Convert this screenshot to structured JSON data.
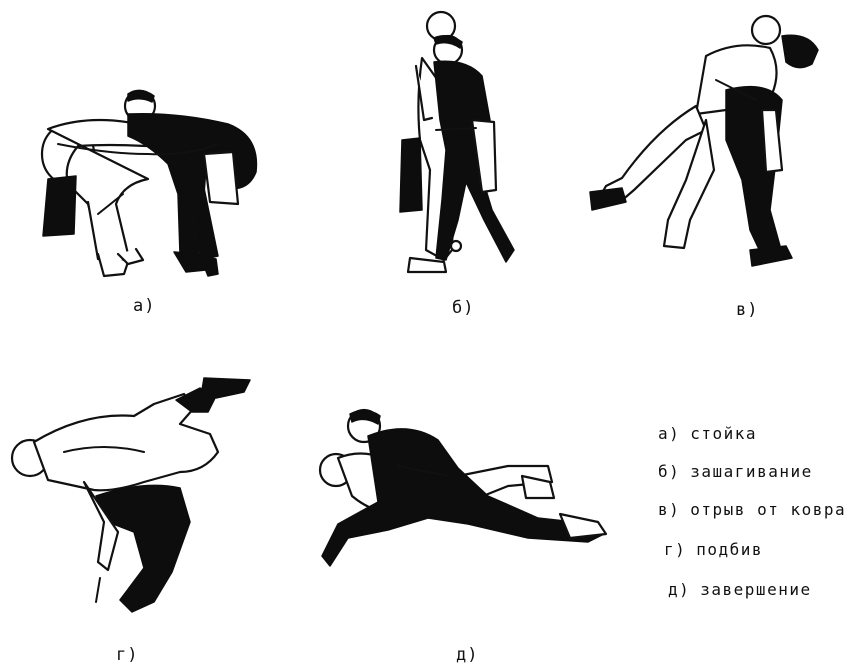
{
  "figures": [
    {
      "id": "a",
      "caption": "а)"
    },
    {
      "id": "b",
      "caption": "б)"
    },
    {
      "id": "v",
      "caption": "в)"
    },
    {
      "id": "g",
      "caption": "г)"
    },
    {
      "id": "d",
      "caption": "д)"
    }
  ],
  "legend": [
    {
      "label": "а)",
      "text": "стойка"
    },
    {
      "label": "б)",
      "text": "зашагивание"
    },
    {
      "label": "в)",
      "text": "отрыв от ковра"
    },
    {
      "label": "г)",
      "text": "подбив"
    },
    {
      "label": "д)",
      "text": "завершение"
    }
  ],
  "colors": {
    "ink": "#111111",
    "paper": "#ffffff"
  }
}
